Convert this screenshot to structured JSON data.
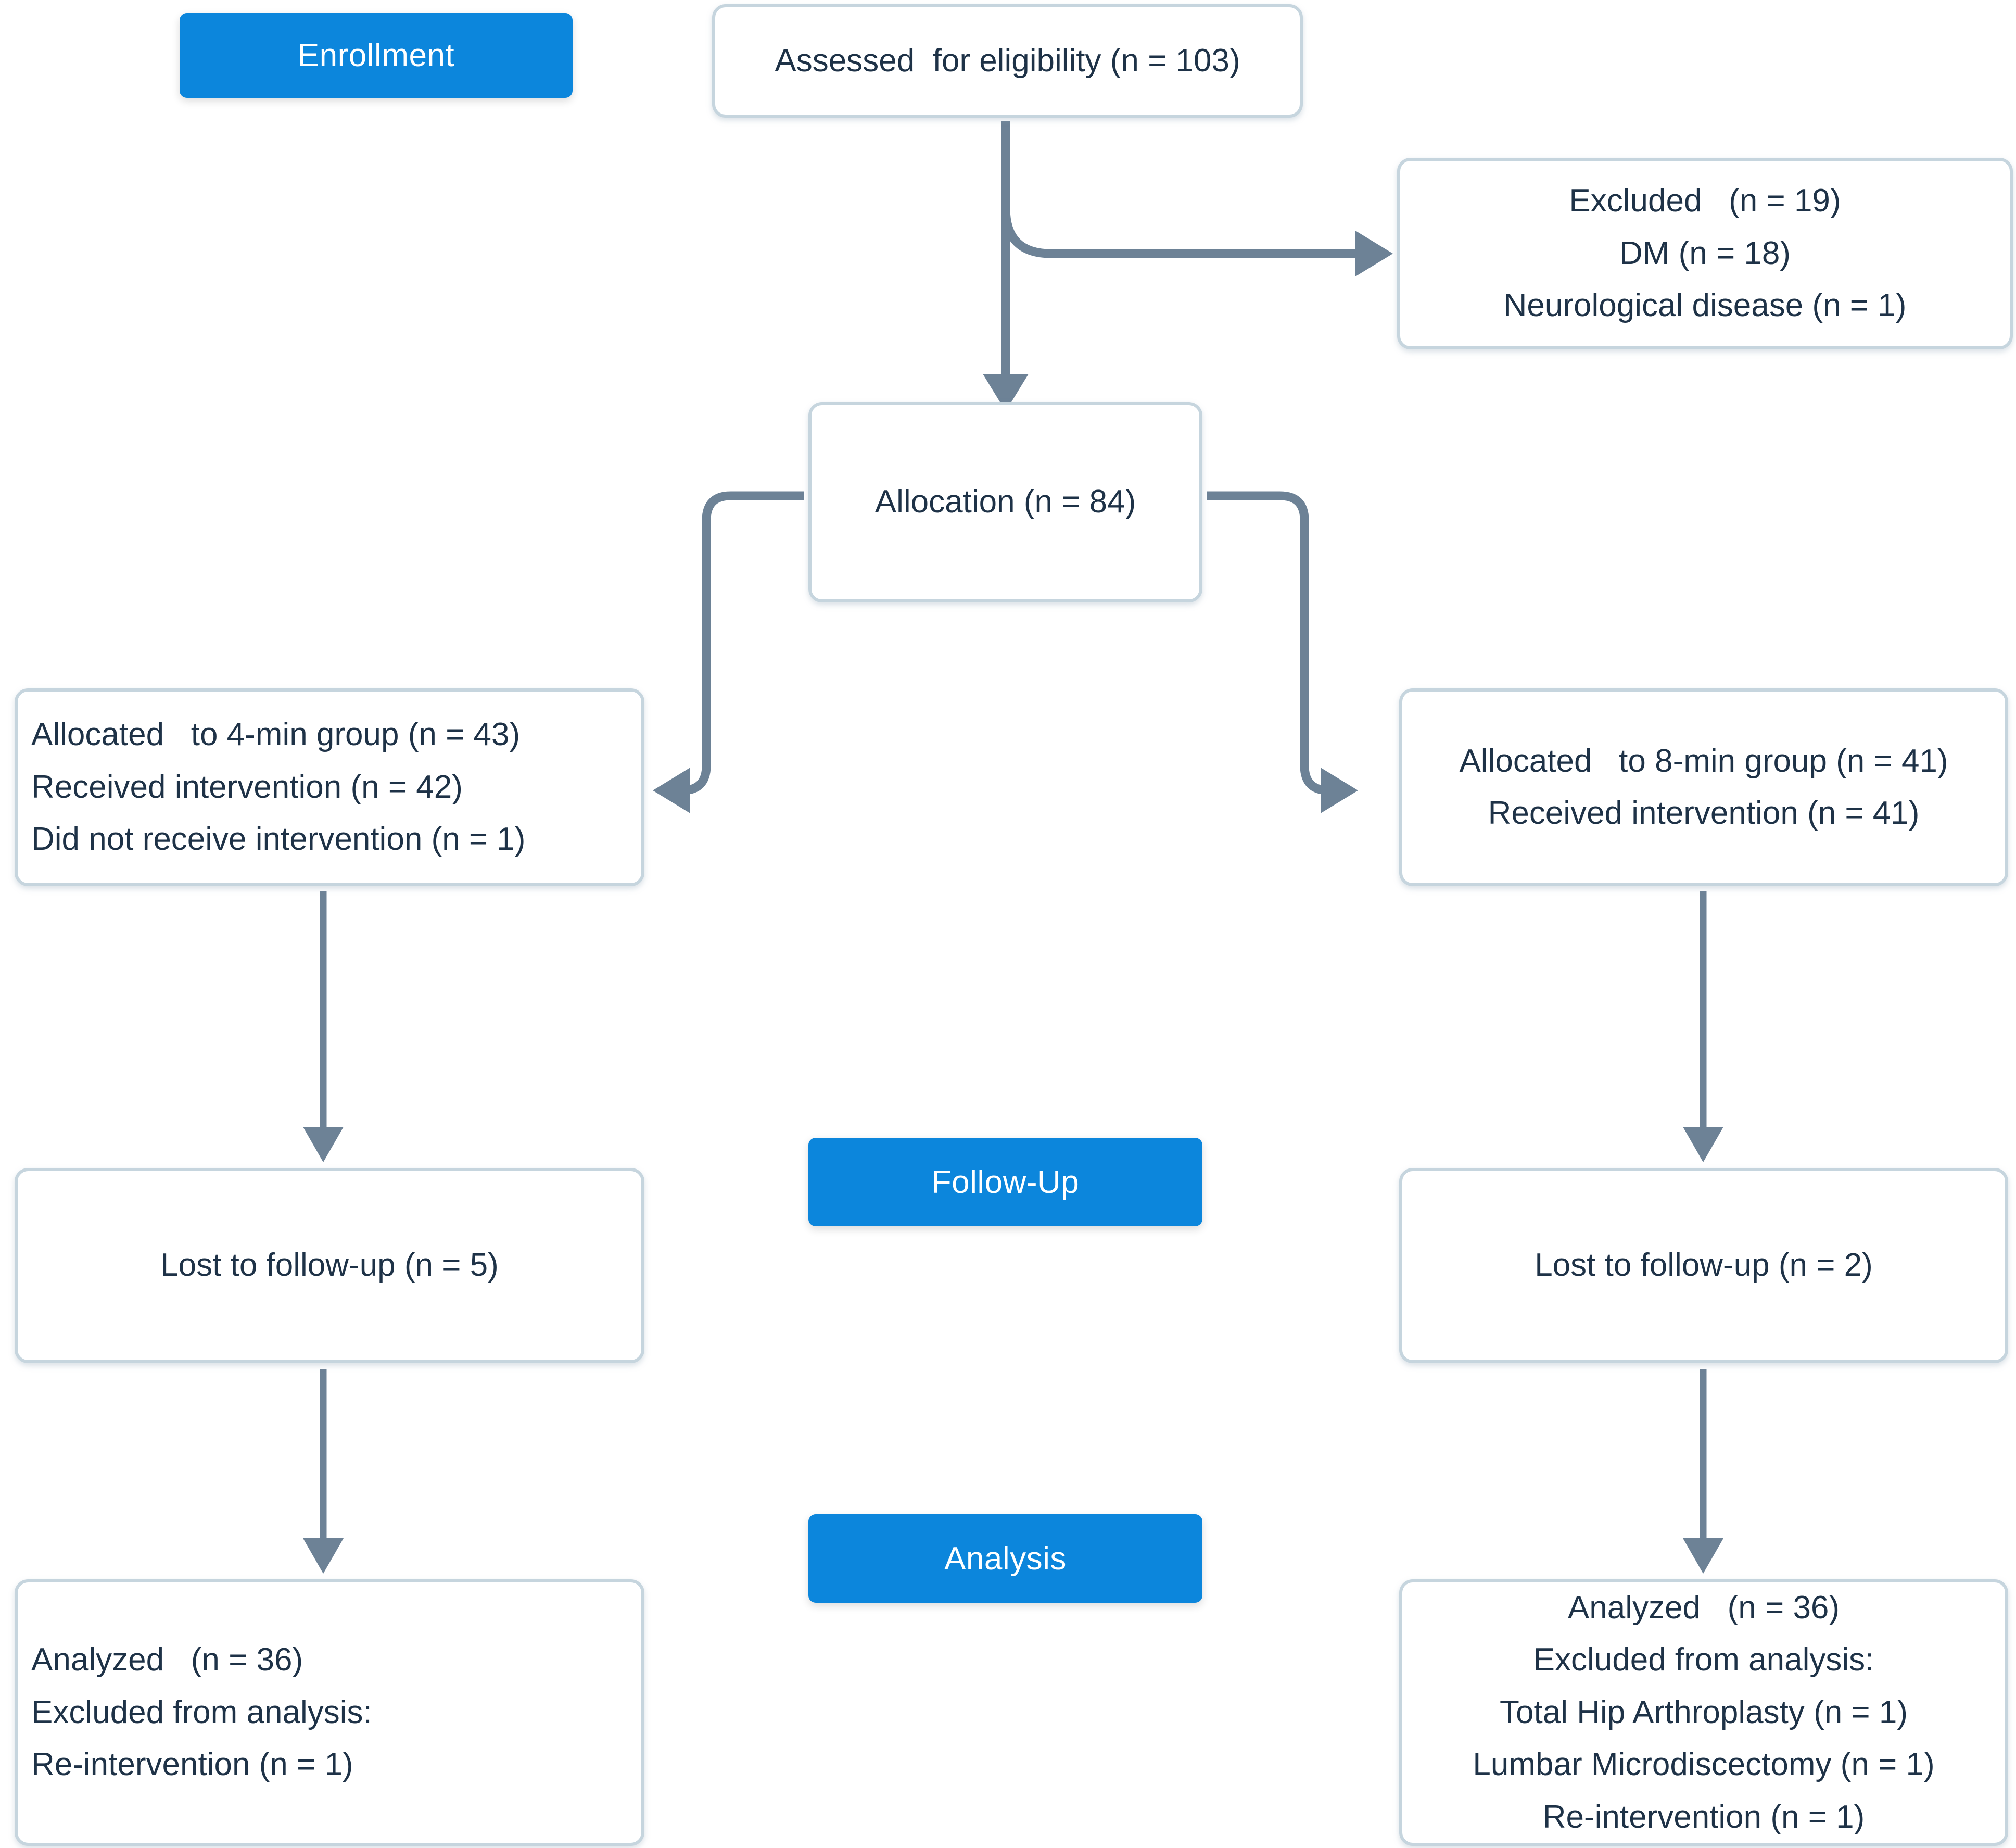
{
  "diagram": {
    "title": "CONSORT participant flow diagram",
    "colors": {
      "stage_badge_fill": "#0c86dc",
      "stage_badge_text": "#ffffff",
      "node_border": "#c6d5de",
      "node_fill": "#ffffff",
      "node_text": "#1e3247",
      "connector": "#6d8296",
      "page_background": "#ffffff"
    }
  },
  "stages": {
    "enrollment": "Enrollment",
    "follow_up": "Follow-Up",
    "analysis": "Analysis"
  },
  "nodes": {
    "assessed": {
      "lines": [
        "Assessed  for eligibility (n = 103)"
      ]
    },
    "excluded": {
      "lines": [
        "Excluded   (n = 19)",
        "DM (n = 18)",
        "Neurological disease (n = 1)"
      ]
    },
    "allocation": {
      "lines": [
        "Allocation (n = 84)"
      ]
    },
    "allocated_left": {
      "lines": [
        "Allocated   to 4-min group (n = 43)",
        "Received intervention (n = 42)",
        "Did not receive intervention (n = 1)"
      ]
    },
    "allocated_right": {
      "lines": [
        "Allocated   to 8-min group (n = 41)",
        "Received intervention (n = 41)"
      ]
    },
    "lost_left": {
      "lines": [
        "Lost to follow-up (n = 5)"
      ]
    },
    "lost_right": {
      "lines": [
        "Lost to follow-up (n = 2)"
      ]
    },
    "analyzed_left": {
      "lines": [
        "Analyzed   (n = 36)",
        "Excluded from analysis:",
        "Re-intervention (n = 1)"
      ]
    },
    "analyzed_right": {
      "lines": [
        "Analyzed   (n = 36)",
        "Excluded from analysis:",
        "Total Hip Arthroplasty (n = 1)",
        "Lumbar Microdiscectomy (n = 1)",
        "Re-intervention (n = 1)"
      ]
    }
  },
  "chart_data": {
    "type": "diagram",
    "flow": "CONSORT",
    "assessed_for_eligibility": 103,
    "excluded_total": 19,
    "excluded_reasons": [
      {
        "reason": "DM",
        "n": 18
      },
      {
        "reason": "Neurological disease",
        "n": 1
      }
    ],
    "allocated_total": 84,
    "arms": [
      {
        "name": "4-min group",
        "allocated": 43,
        "received_intervention": 42,
        "did_not_receive_intervention": 1,
        "lost_to_follow_up": 5,
        "analyzed": 36,
        "excluded_from_analysis": [
          {
            "reason": "Re-intervention",
            "n": 1
          }
        ]
      },
      {
        "name": "8-min group",
        "allocated": 41,
        "received_intervention": 41,
        "lost_to_follow_up": 2,
        "analyzed": 36,
        "excluded_from_analysis": [
          {
            "reason": "Total Hip Arthroplasty",
            "n": 1
          },
          {
            "reason": "Lumbar Microdiscectomy",
            "n": 1
          },
          {
            "reason": "Re-intervention",
            "n": 1
          }
        ]
      }
    ]
  }
}
